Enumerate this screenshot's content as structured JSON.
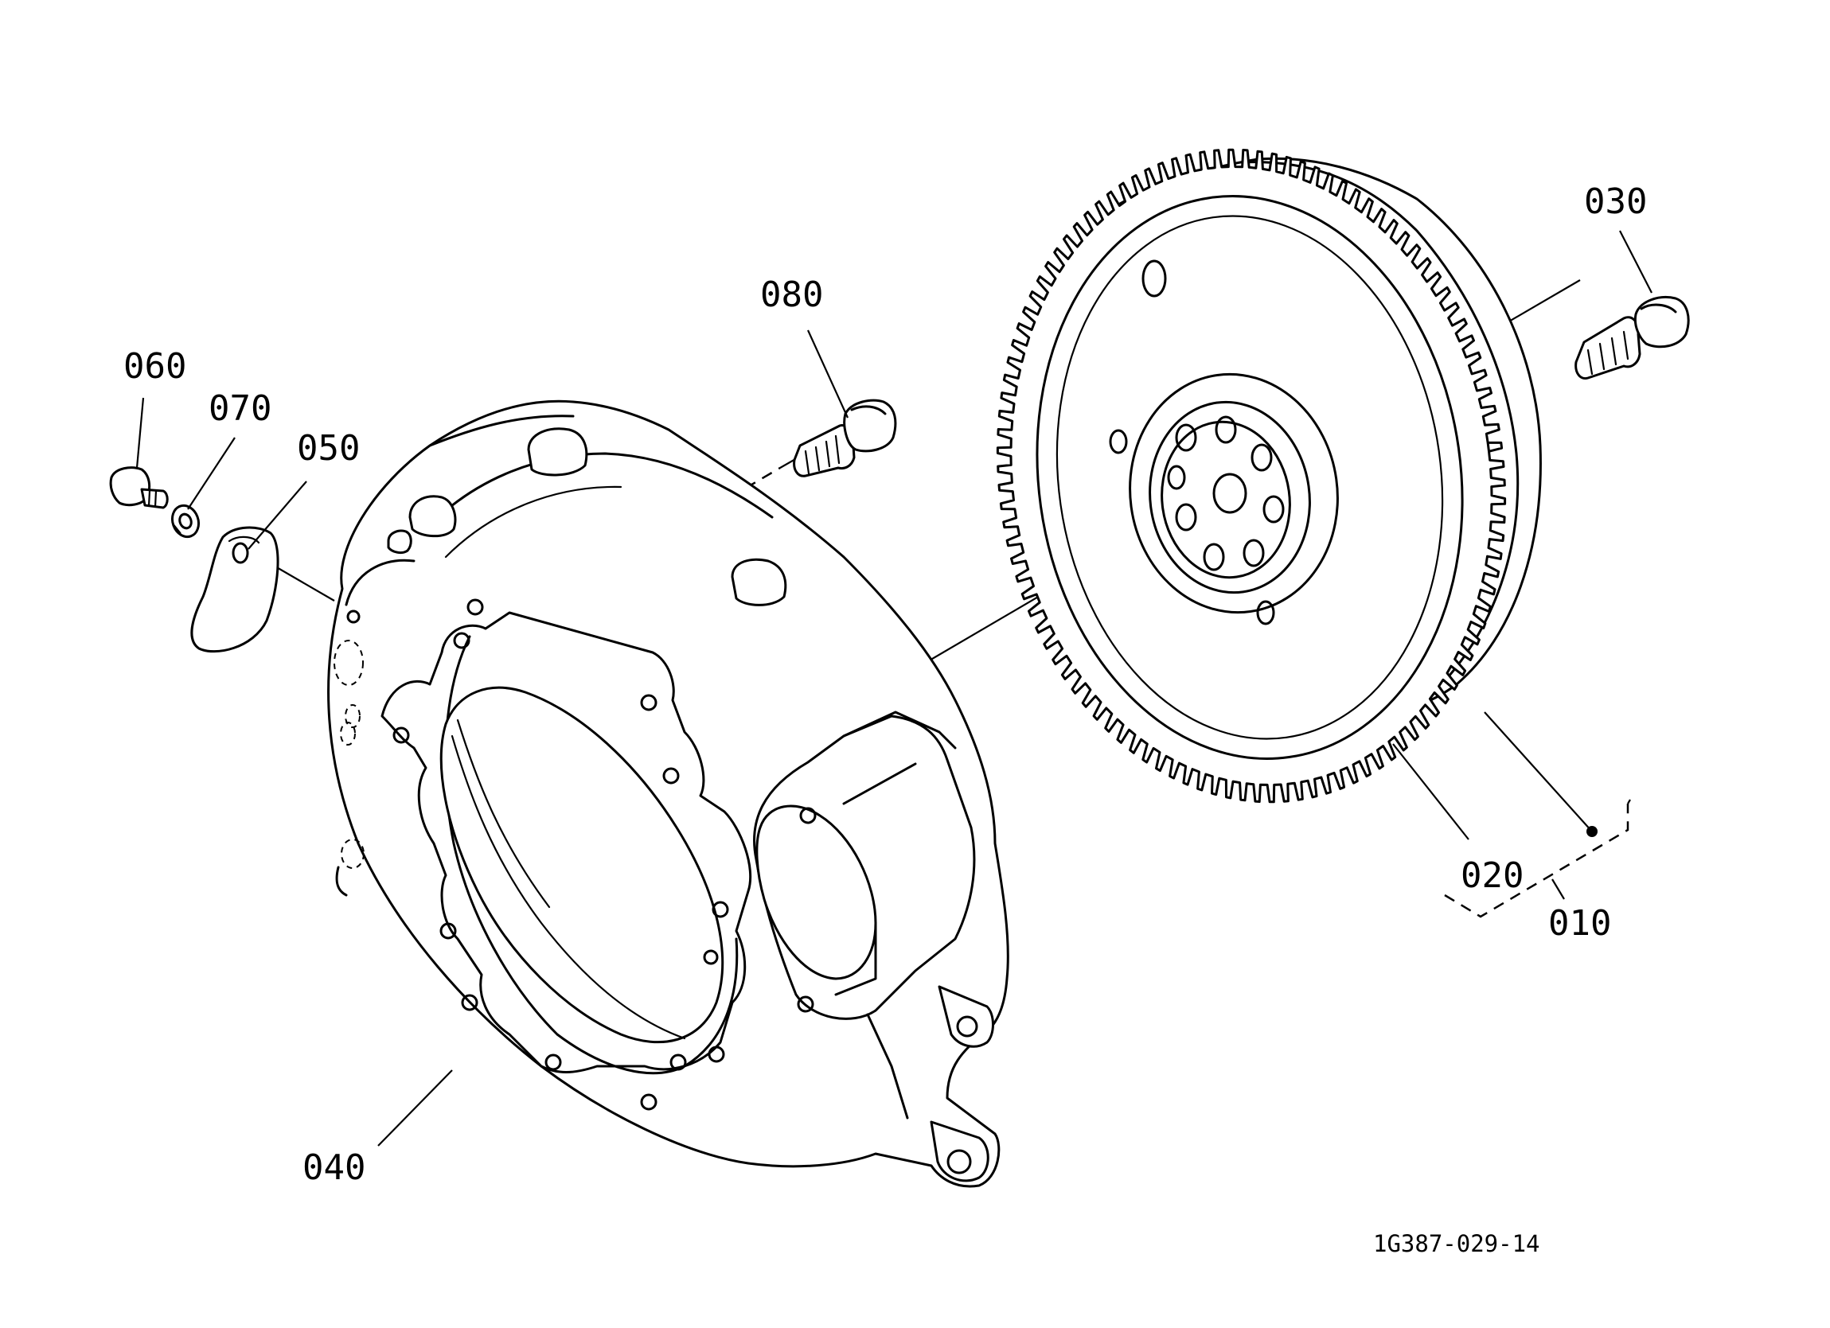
{
  "labels": {
    "p010": "010",
    "p020": "020",
    "p030": "030",
    "p040": "040",
    "p050": "050",
    "p060": "060",
    "p070": "070",
    "p080": "080"
  },
  "reference_code": "1G387-029-14"
}
